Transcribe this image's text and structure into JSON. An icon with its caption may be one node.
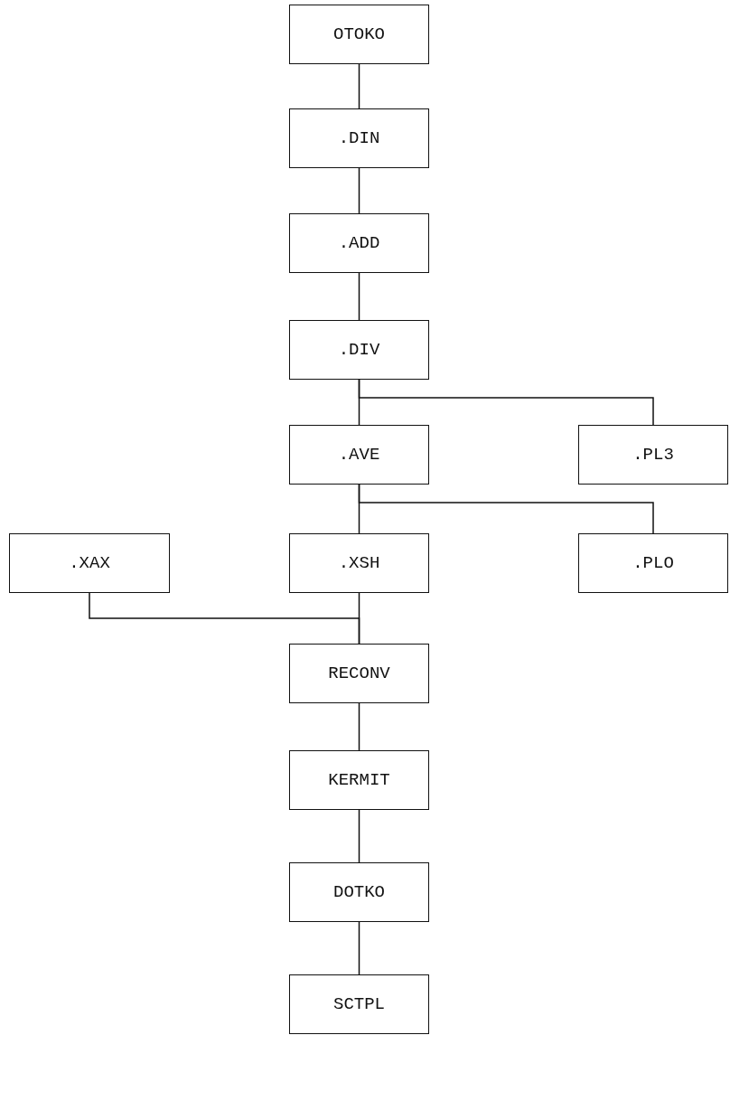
{
  "diagram": {
    "nodes": [
      {
        "text": [
          "OTOKO"
        ]
      },
      {
        "text": [
          ".DIN"
        ]
      },
      {
        "text": [
          ".ADD"
        ]
      },
      {
        "text": [
          ".DIV"
        ]
      },
      {
        "text": [
          ".AVE"
        ]
      },
      {
        "text": [
          ".PL3"
        ]
      },
      {
        "text": [
          ".XAX"
        ]
      },
      {
        "text": [
          ".XSH"
        ]
      },
      {
        "text": [
          ".PLO"
        ]
      },
      {
        "text": [
          "RECONV"
        ]
      },
      {
        "text": [
          "KERMIT"
        ]
      },
      {
        "text": [
          "DOTKO"
        ]
      },
      {
        "text": [
          "SCTPL"
        ]
      }
    ],
    "edges": [
      {
        "from": 0,
        "to": 1,
        "arrow": "none"
      },
      {
        "from": 1,
        "to": 2,
        "arrow": "none"
      },
      {
        "from": 2,
        "to": 3,
        "arrow": "none"
      },
      {
        "from": 3,
        "to": 4,
        "arrow": "none"
      },
      {
        "from": 3,
        "to": 5,
        "arrow": "none"
      },
      {
        "from": 4,
        "to": 7,
        "arrow": "none"
      },
      {
        "from": 4,
        "to": 8,
        "arrow": "none"
      },
      {
        "from": 6,
        "to": 9,
        "arrow": "none"
      },
      {
        "from": 7,
        "to": 9,
        "arrow": "none"
      },
      {
        "from": 9,
        "to": 10,
        "arrow": "none"
      },
      {
        "from": 10,
        "to": 11,
        "arrow": "none"
      },
      {
        "from": 11,
        "to": 12,
        "arrow": "none"
      }
    ]
  }
}
